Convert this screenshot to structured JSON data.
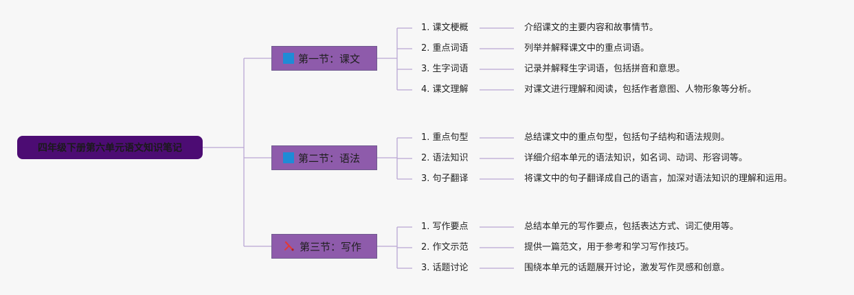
{
  "root": {
    "title": "四年级下册第六单元语文知识笔记"
  },
  "colors": {
    "root_bg": "#4c0c73",
    "section_bg": "#8e5bab",
    "line": "#b9a6d3",
    "icon_blue": "#1f8bd6",
    "icon_red": "#e03a3a"
  },
  "sections": [
    {
      "title": "第一节：课文",
      "icon": "blue-square-icon",
      "items": [
        {
          "label": "1. 课文梗概",
          "desc": "介绍课文的主要内容和故事情节。"
        },
        {
          "label": "2. 重点词语",
          "desc": "列举并解释课文中的重点词语。"
        },
        {
          "label": "3. 生字词语",
          "desc": "记录并解释生字词语，包括拼音和意思。"
        },
        {
          "label": "4. 课文理解",
          "desc": "对课文进行理解和阅读，包括作者意图、人物形象等分析。"
        }
      ]
    },
    {
      "title": "第二节：语法",
      "icon": "blue-square-icon",
      "items": [
        {
          "label": "1. 重点句型",
          "desc": "总结课文中的重点句型，包括句子结构和语法规则。"
        },
        {
          "label": "2. 语法知识",
          "desc": "详细介绍本单元的语法知识，如名词、动词、形容词等。"
        },
        {
          "label": "3. 句子翻译",
          "desc": "将课文中的句子翻译成自己的语言，加深对语法知识的理解和运用。"
        }
      ]
    },
    {
      "title": "第三节：写作",
      "icon": "pen-icon",
      "items": [
        {
          "label": "1. 写作要点",
          "desc": "总结本单元的写作要点，包括表达方式、词汇使用等。"
        },
        {
          "label": "2. 作文示范",
          "desc": "提供一篇范文，用于参考和学习写作技巧。"
        },
        {
          "label": "3. 话题讨论",
          "desc": "围绕本单元的话题展开讨论，激发写作灵感和创意。"
        }
      ]
    }
  ]
}
